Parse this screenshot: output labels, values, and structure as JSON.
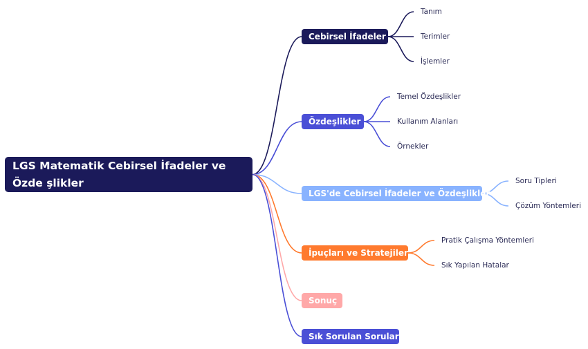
{
  "root": {
    "label": "LGS Matematik Cebirsel İfadeler ve Özde şlikler",
    "color": "#1b1a5a"
  },
  "branches": [
    {
      "label": "Cebirsel İfadeler",
      "color": "#1b1a5a",
      "children": [
        "Tanım",
        "Terimler",
        "İşlemler"
      ]
    },
    {
      "label": "Özdeşlikler",
      "color": "#4a4fd6",
      "children": [
        "Temel Özdeşlikler",
        "Kullanım Alanları",
        "Örnekler"
      ]
    },
    {
      "label": "LGS'de Cebirsel İfadeler ve Özdeşlikler",
      "color": "#89b3ff",
      "children": [
        "Soru Tipleri",
        "Çözüm Yöntemleri"
      ]
    },
    {
      "label": "İpuçları ve Stratejiler",
      "color": "#ff7a2e",
      "children": [
        "Pratik Çalışma Yöntemleri",
        "Sık Yapılan Hatalar"
      ]
    },
    {
      "label": "Sonuç",
      "color": "#ffa8a8",
      "children": []
    },
    {
      "label": "Sık Sorulan Sorular",
      "color": "#4a4fd6",
      "children": []
    }
  ]
}
